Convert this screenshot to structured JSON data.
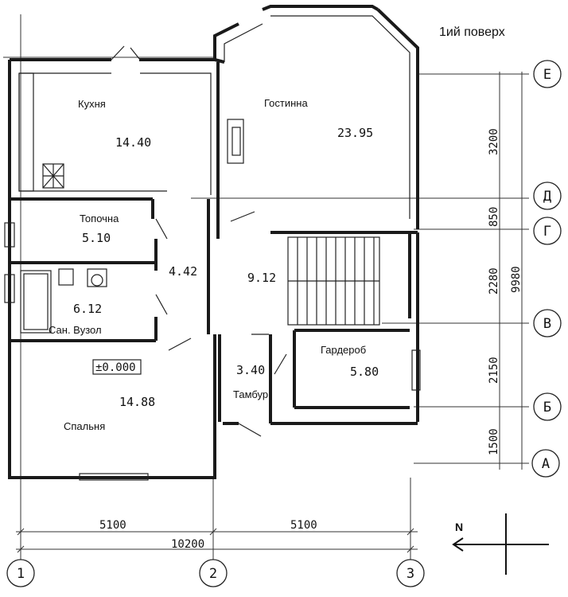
{
  "title": "1ий поверх",
  "rooms": [
    {
      "name": "Кухня",
      "area": "14.40"
    },
    {
      "name": "Гостинна",
      "area": "23.95"
    },
    {
      "name": "Топочна",
      "area": "5.10"
    },
    {
      "name": "",
      "area": "4.42"
    },
    {
      "name": "Сан. Вузол",
      "area": "6.12"
    },
    {
      "name": "",
      "area": "9.12"
    },
    {
      "name": "Тамбур",
      "area": "3.40"
    },
    {
      "name": "Гардероб",
      "area": "5.80"
    },
    {
      "name": "Спальня",
      "area": "14.88"
    }
  ],
  "level_mark": "±0.000",
  "axes_vertical": [
    "1",
    "2",
    "3"
  ],
  "axes_horizontal": [
    "Е",
    "Д",
    "Г",
    "В",
    "Б",
    "А"
  ],
  "dims_bottom": [
    "5100",
    "5100"
  ],
  "dim_total_bottom": "10200",
  "dims_right": [
    "3200",
    "850",
    "2280",
    "2150",
    "1500"
  ],
  "dim_total_right": "9980",
  "north_label": "N"
}
